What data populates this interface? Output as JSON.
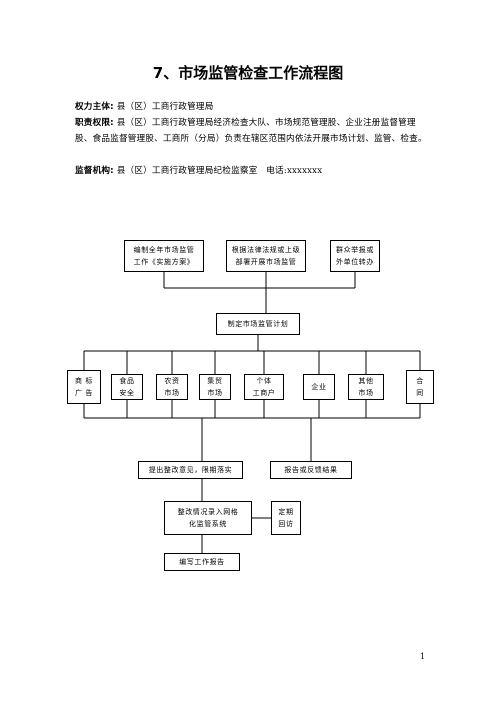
{
  "title": "7、市场监管检查工作流程图",
  "info": {
    "authority_label": "权力主体:",
    "authority_value": "县（区）工商行政管理局",
    "duty_label": "职责权限:",
    "duty_value": "县（区）工商行政管理局经济检查大队、市场规范管理股、企业注册监督管理股、食品监督管理股、工商所（分局）负责在辖区范围内依法开展市场计划、监管、检查。",
    "supervisor_label": "监督机构:",
    "supervisor_value": "县（区）工商行政管理局纪检监察室",
    "phone_label": "电话:",
    "phone_value": "xxxxxxx"
  },
  "flow": {
    "sources": [
      "编制全年市场监管\n工作《实施方案》",
      "根据法律法规或上级\n部署开展市场监管",
      "群众举报或\n外单位转办"
    ],
    "plan": "制定市场监管计划",
    "categories": [
      "商 标\n广 告",
      "食品\n安全",
      "农资\n市场",
      "集贸\n市场",
      "个体\n工商户",
      "企业",
      "其他\n市场",
      "合\n同"
    ],
    "rectify": "提出整改意见，限期落实",
    "report_feedback": "报告或反馈结果",
    "record": "整改情况录入网格\n化监管系统",
    "revisit": "定期\n回访",
    "work_report": "编写工作报告"
  },
  "page_number": "1"
}
